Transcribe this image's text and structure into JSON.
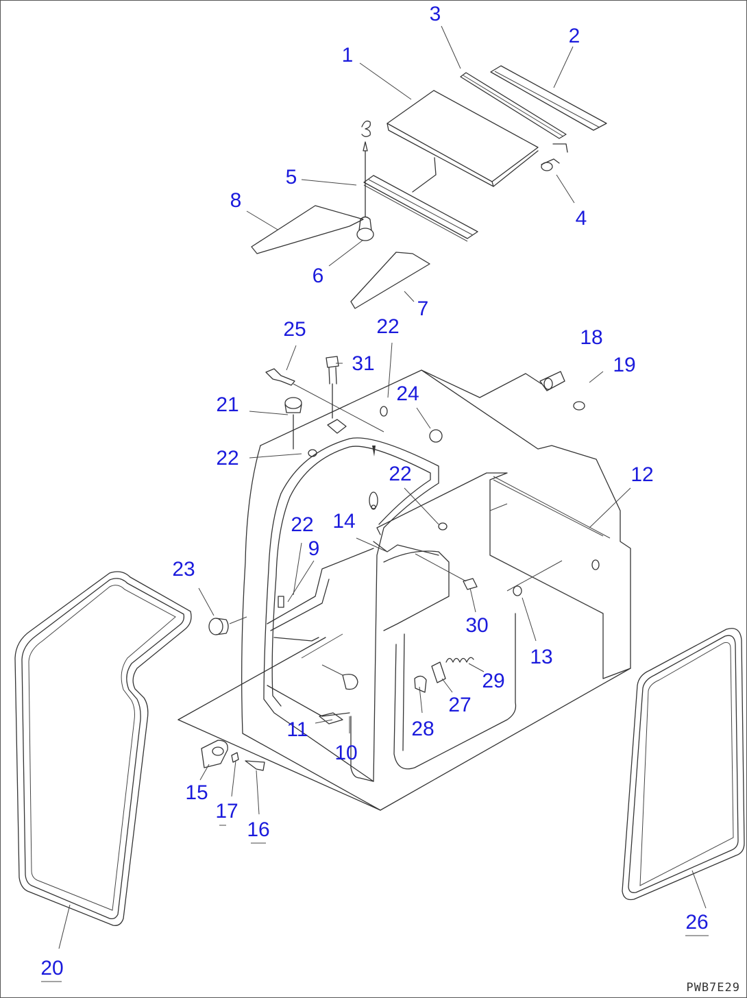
{
  "diagram": {
    "callouts": [
      {
        "id": "c1",
        "text": "1"
      },
      {
        "id": "c2",
        "text": "2"
      },
      {
        "id": "c3",
        "text": "3"
      },
      {
        "id": "c4",
        "text": "4"
      },
      {
        "id": "c5",
        "text": "5"
      },
      {
        "id": "c6",
        "text": "6"
      },
      {
        "id": "c7",
        "text": "7"
      },
      {
        "id": "c8",
        "text": "8"
      },
      {
        "id": "c9",
        "text": "9"
      },
      {
        "id": "c10",
        "text": "10"
      },
      {
        "id": "c11",
        "text": "11"
      },
      {
        "id": "c12",
        "text": "12"
      },
      {
        "id": "c13",
        "text": "13"
      },
      {
        "id": "c14",
        "text": "14"
      },
      {
        "id": "c15",
        "text": "15"
      },
      {
        "id": "c16",
        "text": "16"
      },
      {
        "id": "c17",
        "text": "17"
      },
      {
        "id": "c18",
        "text": "18"
      },
      {
        "id": "c19",
        "text": "19"
      },
      {
        "id": "c20",
        "text": "20"
      },
      {
        "id": "c21",
        "text": "21"
      },
      {
        "id": "c22a",
        "text": "22"
      },
      {
        "id": "c22b",
        "text": "22"
      },
      {
        "id": "c22c",
        "text": "22"
      },
      {
        "id": "c22d",
        "text": "22"
      },
      {
        "id": "c23",
        "text": "23"
      },
      {
        "id": "c24",
        "text": "24"
      },
      {
        "id": "c25",
        "text": "25"
      },
      {
        "id": "c26",
        "text": "26"
      },
      {
        "id": "c27",
        "text": "27"
      },
      {
        "id": "c28",
        "text": "28"
      },
      {
        "id": "c29",
        "text": "29"
      },
      {
        "id": "c30",
        "text": "30"
      },
      {
        "id": "c31",
        "text": "31"
      }
    ],
    "reference_code": "PWB7E29",
    "colors": {
      "callout": "#1a1adc",
      "line": "#333333"
    }
  }
}
